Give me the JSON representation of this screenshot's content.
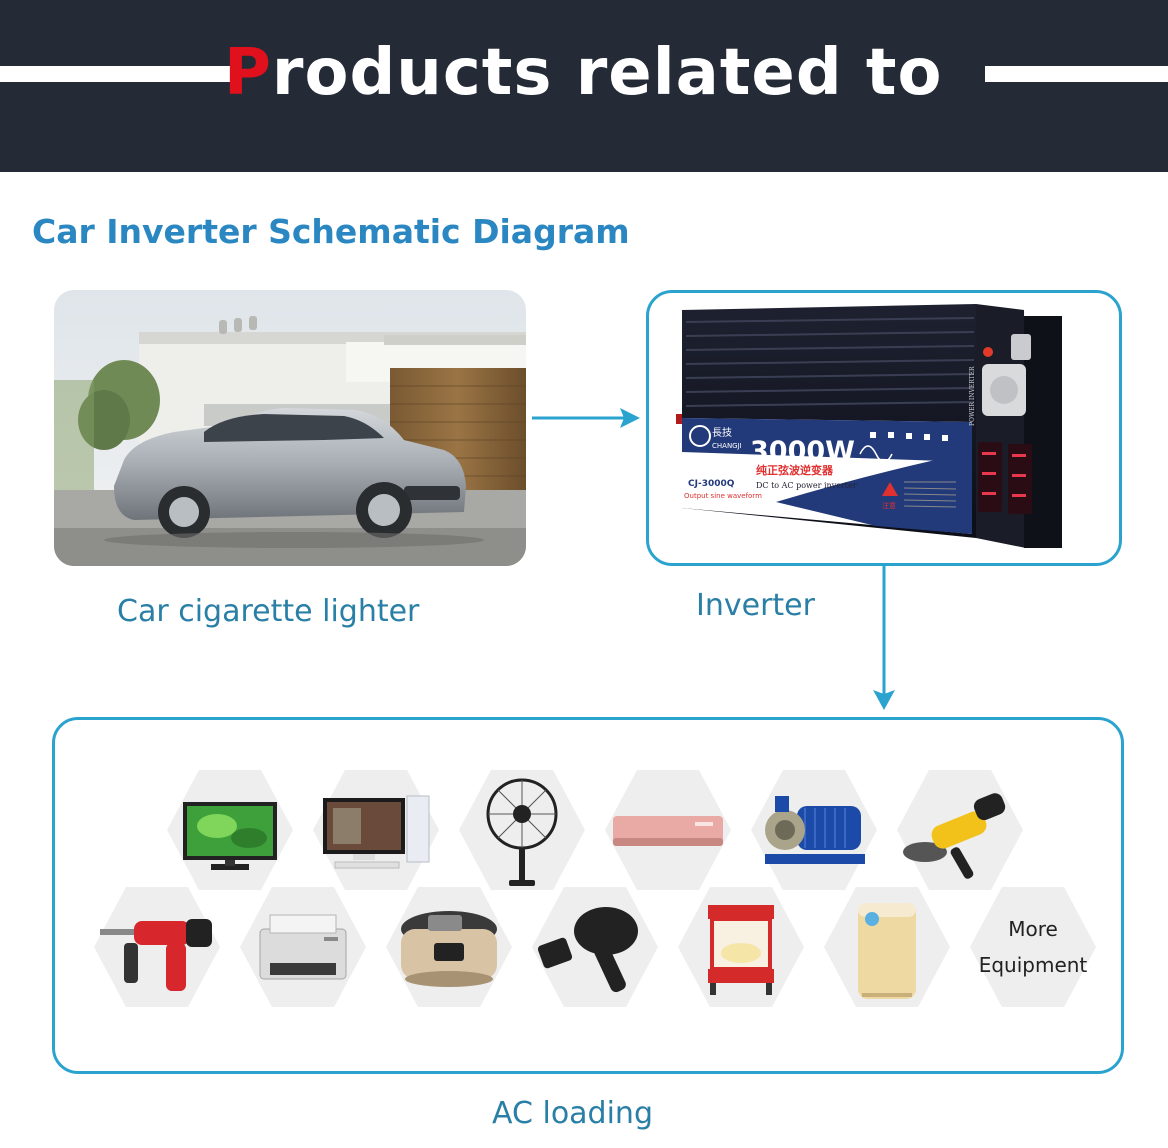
{
  "banner": {
    "title_first": "P",
    "title_rest": "roducts related to"
  },
  "heading": "Car Inverter Schematic Diagram",
  "labels": {
    "car": "Car cigarette lighter",
    "inverter": "Inverter",
    "ac": "AC loading"
  },
  "inverter_device": {
    "brand_cn": "長技",
    "brand_en": "CHANGJI",
    "power": "3000W",
    "subtitle_cn": "纯正弦波逆变器",
    "subtitle_en": "DC to AC power inverter",
    "model": "CJ-3000Q",
    "waveform": "Output sine waveform",
    "warning_label": "注意",
    "side_label": "POWER INVERTER"
  },
  "equipment": {
    "row1": [
      "tv",
      "desktop-computer",
      "electric-fan",
      "air-conditioner",
      "water-pump",
      "angle-grinder"
    ],
    "row2": [
      "electric-drill",
      "printer",
      "rice-cooker",
      "hair-dryer",
      "popcorn-machine",
      "air-purifier"
    ],
    "more_line1": "More",
    "more_line2": "Equipment"
  },
  "colors": {
    "banner": "#242a36",
    "accent_red": "#e0101c",
    "heading_blue": "#2a87c1",
    "frame": "#2aa3cf"
  }
}
